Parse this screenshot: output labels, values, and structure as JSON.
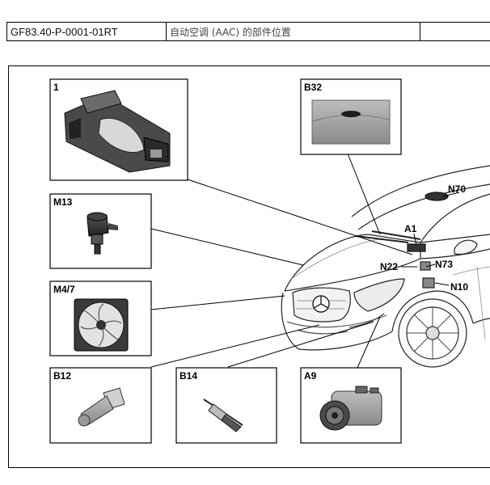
{
  "header": {
    "document_code": "GF83.40-P-0001-01RT",
    "document_title": "自动空调 (AAC) 的部件位置",
    "extra_cell": ""
  },
  "diagram": {
    "panels": {
      "p1": "1",
      "b32": "B32",
      "m13": "M13",
      "m47": "M4/7",
      "b12": "B12",
      "b14": "B14",
      "a9": "A9"
    },
    "callouts": {
      "n70": "N70",
      "a1": "A1",
      "n22": "N22",
      "n73": "N73",
      "n10": "N10"
    }
  }
}
